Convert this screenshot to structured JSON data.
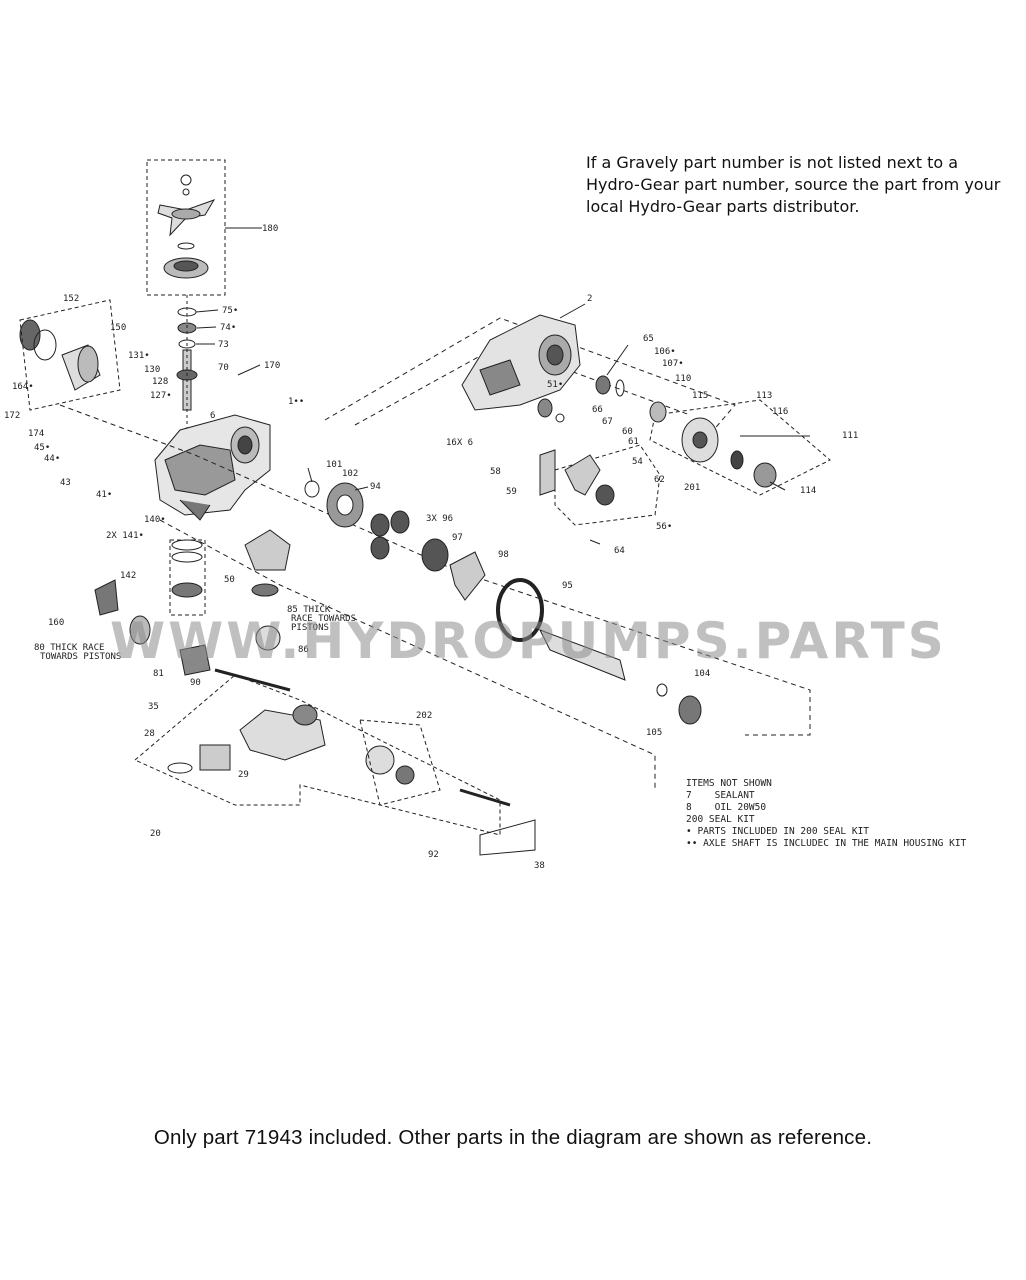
{
  "note": "If a Gravely part number is not listed next to a Hydro-Gear part number, source the part from your local Hydro-Gear parts distributor.",
  "footer": "Only part 71943 included. Other parts in the diagram are shown as reference.",
  "watermark": "WWW.HYDROPUMPS.PARTS",
  "items_not_shown": {
    "title": "ITEMS NOT SHOWN",
    "lines": [
      "7    SEALANT",
      "8    OIL 20W50",
      "200 SEAL KIT",
      "• PARTS INCLUDED IN 200 SEAL KIT",
      "•• AXLE SHAFT IS INCLUDEC IN THE MAIN HOUSING KIT"
    ]
  },
  "callouts": [
    {
      "id": "c180",
      "text": "180"
    },
    {
      "id": "c152",
      "text": "152"
    },
    {
      "id": "c150",
      "text": "150"
    },
    {
      "id": "c75",
      "text": "75•"
    },
    {
      "id": "c74",
      "text": "74•"
    },
    {
      "id": "c73",
      "text": "73"
    },
    {
      "id": "c131",
      "text": "131•"
    },
    {
      "id": "c130",
      "text": "130"
    },
    {
      "id": "c128",
      "text": "128"
    },
    {
      "id": "c127",
      "text": "127•"
    },
    {
      "id": "c70",
      "text": "70"
    },
    {
      "id": "c170",
      "text": "170"
    },
    {
      "id": "c164",
      "text": "164•"
    },
    {
      "id": "c172",
      "text": "172"
    },
    {
      "id": "c6",
      "text": "6"
    },
    {
      "id": "c1",
      "text": "1••"
    },
    {
      "id": "c174",
      "text": "174"
    },
    {
      "id": "c45",
      "text": "45•"
    },
    {
      "id": "c44",
      "text": "44•"
    },
    {
      "id": "c43",
      "text": "43"
    },
    {
      "id": "c41",
      "text": "41•"
    },
    {
      "id": "c101",
      "text": "101"
    },
    {
      "id": "c102",
      "text": "102"
    },
    {
      "id": "c94",
      "text": "94"
    },
    {
      "id": "c140",
      "text": "140•"
    },
    {
      "id": "c141",
      "text": "2X 141•"
    },
    {
      "id": "c96",
      "text": "3X 96"
    },
    {
      "id": "c97",
      "text": "97"
    },
    {
      "id": "c98",
      "text": "98"
    },
    {
      "id": "c142",
      "text": "142"
    },
    {
      "id": "c50",
      "text": "50"
    },
    {
      "id": "c85",
      "text": "85 THICK"
    },
    {
      "id": "c85b",
      "text": "RACE TOWARDS"
    },
    {
      "id": "c85c",
      "text": "PISTONS"
    },
    {
      "id": "c86",
      "text": "86"
    },
    {
      "id": "c95",
      "text": "95"
    },
    {
      "id": "c160",
      "text": "160"
    },
    {
      "id": "c80",
      "text": "80 THICK RACE"
    },
    {
      "id": "c80b",
      "text": "TOWARDS PISTONS"
    },
    {
      "id": "c81",
      "text": "81"
    },
    {
      "id": "c90",
      "text": "90"
    },
    {
      "id": "c104",
      "text": "104"
    },
    {
      "id": "c105",
      "text": "105"
    },
    {
      "id": "c35",
      "text": "35"
    },
    {
      "id": "c202",
      "text": "202"
    },
    {
      "id": "c28",
      "text": "28"
    },
    {
      "id": "c29",
      "text": "29"
    },
    {
      "id": "c20",
      "text": "20"
    },
    {
      "id": "c92",
      "text": "92"
    },
    {
      "id": "c38",
      "text": "38"
    },
    {
      "id": "c2",
      "text": "2"
    },
    {
      "id": "c65",
      "text": "65"
    },
    {
      "id": "c106",
      "text": "106•"
    },
    {
      "id": "c107",
      "text": "107•"
    },
    {
      "id": "c110",
      "text": "110"
    },
    {
      "id": "c51",
      "text": "51•"
    },
    {
      "id": "c66",
      "text": "66"
    },
    {
      "id": "c67",
      "text": "67"
    },
    {
      "id": "c16",
      "text": "16X 6"
    },
    {
      "id": "c60",
      "text": "60"
    },
    {
      "id": "c61",
      "text": "61"
    },
    {
      "id": "c58",
      "text": "58"
    },
    {
      "id": "c54",
      "text": "54"
    },
    {
      "id": "c59",
      "text": "59"
    },
    {
      "id": "c62",
      "text": "62"
    },
    {
      "id": "c56",
      "text": "56•"
    },
    {
      "id": "c201",
      "text": "201"
    },
    {
      "id": "c64",
      "text": "64"
    },
    {
      "id": "c115",
      "text": "115"
    },
    {
      "id": "c113",
      "text": "113"
    },
    {
      "id": "c116",
      "text": "116"
    },
    {
      "id": "c111",
      "text": "111"
    },
    {
      "id": "c114",
      "text": "114"
    }
  ]
}
